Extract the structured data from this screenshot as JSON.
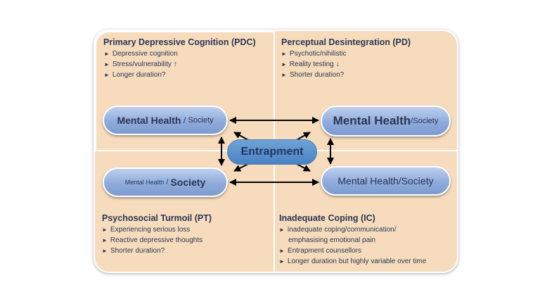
{
  "quadrants": {
    "tl": {
      "title": "Primary Depressive Cognition (PDC)",
      "items": [
        {
          "text": "Depressive cognition",
          "arrow": ""
        },
        {
          "text": "Stress/vulnerability",
          "arrow": "↑"
        },
        {
          "text": "Longer duration?",
          "arrow": ""
        }
      ]
    },
    "tr": {
      "title": "Perceptual Desintegration (PD)",
      "items": [
        {
          "text": "Psychotic/nihilistic",
          "arrow": ""
        },
        {
          "text": "Reality testing",
          "arrow": "↓"
        },
        {
          "text": "Shorter duration?",
          "arrow": ""
        }
      ]
    },
    "bl": {
      "title": "Psychosocial Turmoil (PT)",
      "items": [
        {
          "text": "Experiencing serious loss",
          "arrow": ""
        },
        {
          "text": "Reactive depressive thoughts",
          "arrow": ""
        },
        {
          "text": "Shorter duration?",
          "arrow": ""
        }
      ]
    },
    "br": {
      "title": "Inadequate Coping (IC)",
      "items": [
        {
          "text": "inadequate coping/communication/",
          "arrow": ""
        },
        {
          "text": "emphasising emotional pain",
          "arrow": "",
          "continuation": true
        },
        {
          "text": "Entrapment counsellors",
          "arrow": ""
        },
        {
          "text": "Longer duration but highly variable over time",
          "arrow": ""
        }
      ]
    }
  },
  "bullet": "►",
  "pills": {
    "tl": {
      "part1": "Mental Health",
      "sep": " / ",
      "part2": "Society"
    },
    "tr": {
      "part1": "Mental Health",
      "sep": "/",
      "part2": "Society"
    },
    "bl": {
      "part1": "Mental Health",
      "sep": " / ",
      "part2": "Society"
    },
    "br": {
      "part1": "Mental Health",
      "sep": "/",
      "part2": "Society"
    }
  },
  "center": {
    "label": "Entrapment"
  }
}
